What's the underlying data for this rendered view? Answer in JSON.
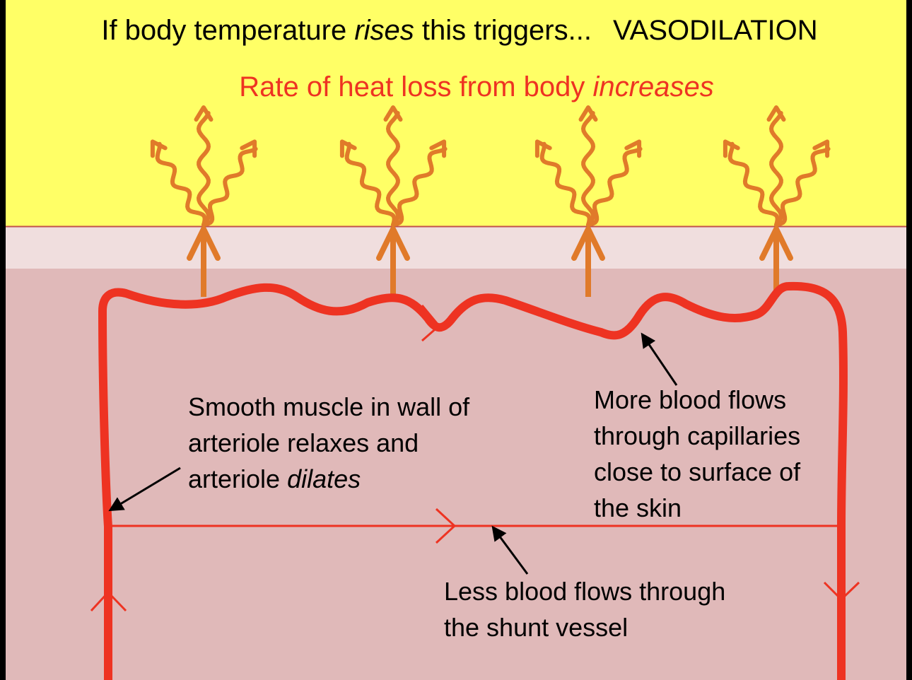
{
  "title": {
    "prefix": "If body temperature ",
    "emphasis": "rises",
    "suffix": " this triggers...",
    "term": "VASODILATION"
  },
  "subtitle": {
    "prefix": "Rate of heat loss from body ",
    "emphasis": "increases"
  },
  "annotations": {
    "arteriole": {
      "line1": "Smooth muscle in wall of",
      "line2": "arteriole relaxes and",
      "line3_prefix": "arteriole ",
      "line3_emphasis": "dilates"
    },
    "capillaries": {
      "line1": "More blood flows",
      "line2": "through capillaries",
      "line3": "close to surface of",
      "line4": "the skin"
    },
    "shunt": {
      "line1": "Less blood flows through",
      "line2": "the shunt vessel"
    }
  },
  "colors": {
    "air": "#ffff66",
    "skin_surface": "#f0dede",
    "tissue": "#e0b9b9",
    "skin_line": "#c0504d",
    "vessel": "#ee3322",
    "heat": "#e07a2a",
    "subtitle": "#ee3322",
    "text": "#000000"
  },
  "icons": {
    "heat_emitter": "wavy-heat-arrows-icon",
    "heat_rise": "up-arrow-icon",
    "flow_direction": "chevron-arrowhead-icon"
  }
}
